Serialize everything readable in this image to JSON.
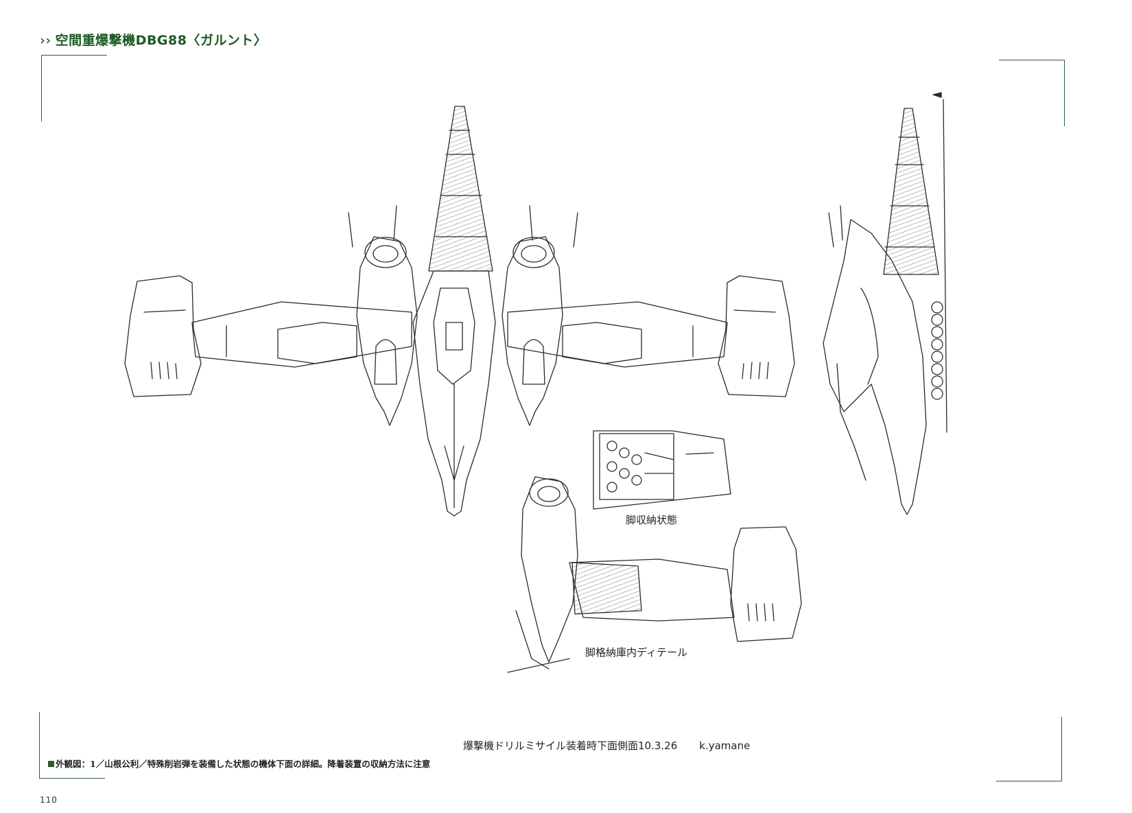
{
  "header": {
    "chevron": "››",
    "title": "空間重爆撃機DBG88〈ガルント〉"
  },
  "drawing": {
    "label_stowed": "脚収納状態",
    "label_bay_detail": "脚格納庫内ディテール",
    "caption": "爆撃機ドリルミサイル装着時下面側面10.3.26",
    "signature": "k.yamane"
  },
  "footnote": {
    "text": "外観図：1／山根公利／特殊削岩弾を装備した状態の機体下面の詳細。降着装置の収納方法に注意"
  },
  "page_number": "110",
  "colors": {
    "accent": "#1d5a23",
    "frame": "#2e5c36",
    "ink": "#222222"
  }
}
